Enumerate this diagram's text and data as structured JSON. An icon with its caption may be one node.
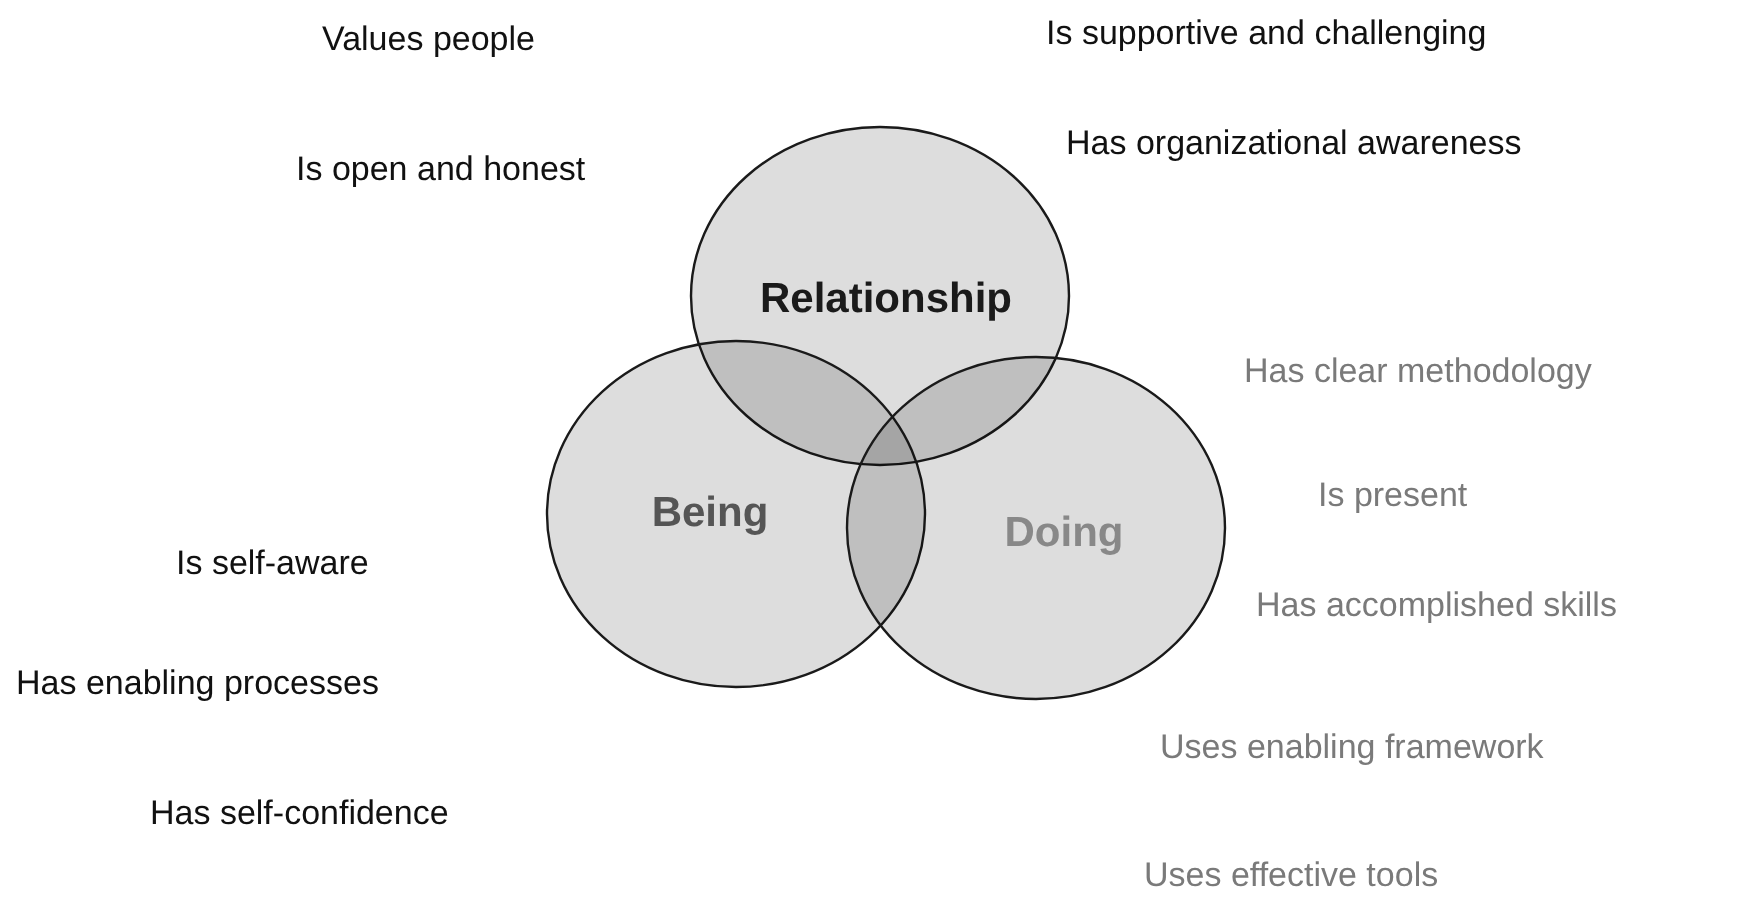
{
  "diagram": {
    "nodes": [
      {
        "text": [
          "Relationship"
        ]
      },
      {
        "text": [
          "Being"
        ]
      },
      {
        "text": [
          "Doing"
        ]
      }
    ],
    "labels": [
      "Is supportive and challenging",
      "Values people",
      "Has organizational awareness",
      "Is open and honest",
      "Has clear methodology",
      "Is present",
      "Is self-aware",
      "Has accomplished skills",
      "Has enabling processes",
      "Uses enabling framework",
      "Has self-confidence",
      "Uses effective tools"
    ]
  }
}
